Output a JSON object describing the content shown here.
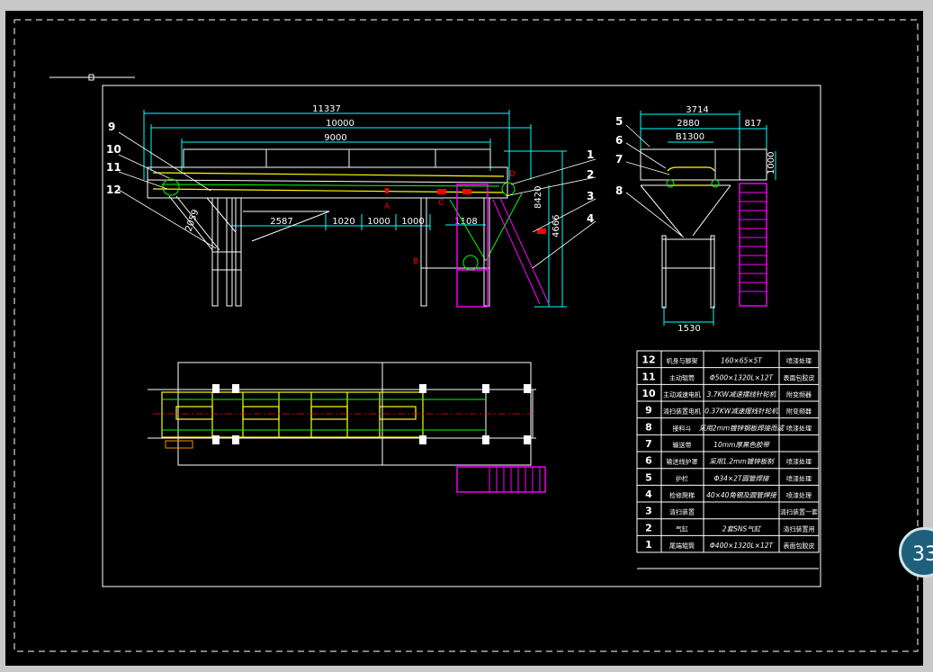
{
  "page_badge": "33",
  "elevation_dims": {
    "overall": "11337",
    "frame": "10000",
    "conveyor": "9000",
    "s1": "2587",
    "s2": "1020",
    "s3": "1000",
    "s4": "1000",
    "s5": "1108",
    "slope_len": "8420",
    "height": "4666",
    "incline": "2059"
  },
  "side_dims": {
    "overall": "3714",
    "inner": "2880",
    "right": "817",
    "belt": "B1300",
    "rail_h": "1000",
    "base": "1530"
  },
  "section_marks": [
    "A",
    "B",
    "C",
    "D"
  ],
  "elevation_callouts": [
    "9",
    "10",
    "11",
    "12",
    "1",
    "2",
    "3",
    "4"
  ],
  "side_callouts": [
    "5",
    "6",
    "7",
    "8"
  ],
  "bom": [
    {
      "no": "12",
      "name": "机身与脚架",
      "spec": "160×65×5T",
      "note": "喷漆处理"
    },
    {
      "no": "11",
      "name": "主动辊筒",
      "spec": "Φ500×1320L×12T",
      "note": "表面包胶皮"
    },
    {
      "no": "10",
      "name": "主动减速电机",
      "spec": "3.7KW减速摆线针轮机",
      "note": "附变频器"
    },
    {
      "no": "9",
      "name": "清扫装置电机",
      "spec": "0.37KW减速摆线针轮机",
      "note": "附变频器"
    },
    {
      "no": "8",
      "name": "接料斗",
      "spec": "采用2mm镀锌钢板焊接而成",
      "note": "喷漆处理"
    },
    {
      "no": "7",
      "name": "输送带",
      "spec": "10mm厚黑色胶带",
      "note": ""
    },
    {
      "no": "6",
      "name": "输送线护罩",
      "spec": "采用1.2mm镀锌板制",
      "note": "喷漆处理"
    },
    {
      "no": "5",
      "name": "护栏",
      "spec": "Φ34×2T圆管焊接",
      "note": "喷漆处理"
    },
    {
      "no": "4",
      "name": "检修爬梯",
      "spec": "40×40角钢及圆管焊接",
      "note": "喷漆处理"
    },
    {
      "no": "3",
      "name": "清扫装置",
      "spec": "",
      "note": "清扫装置一套"
    },
    {
      "no": "2",
      "name": "气缸",
      "spec": "2套SNS气缸",
      "note": "清扫装置用"
    },
    {
      "no": "1",
      "name": "尾端辊筒",
      "spec": "Φ400×1320L×12T",
      "note": "表面包胶皮"
    }
  ],
  "colors": {
    "background": "#000000",
    "frame": "#ffffff",
    "dimension": "#00ffff",
    "structure": "#ffffff",
    "belt": "#ffff00",
    "ladder": "#ff00ff",
    "accent_red": "#ff0000",
    "green": "#00ff00"
  }
}
